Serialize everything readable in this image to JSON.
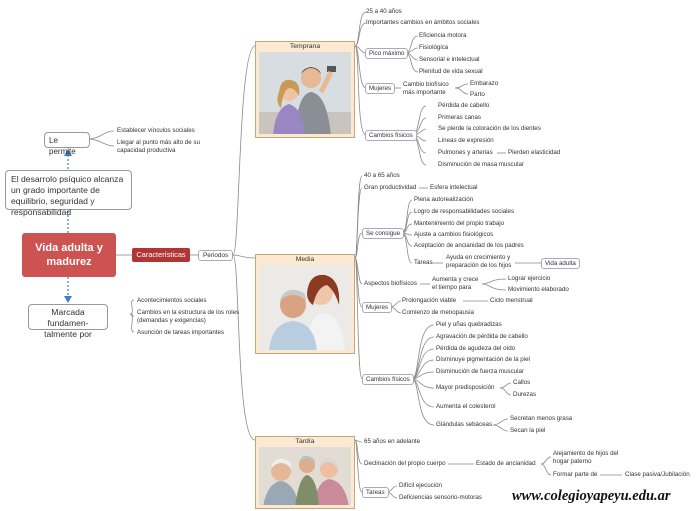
{
  "central": "Vida adulta y madurez",
  "caracteristicas": "Características",
  "periodos": "Periodos",
  "left": {
    "le_permite": "Le permite",
    "le_permite_items": [
      "Establecer vínculos sociales",
      "Llegar al punto más alto de su capacidad productiva"
    ],
    "desarrollo": "El desarrolo psíquico alcanza un grado importante de equilibrio, seguridad y responsabilidad",
    "marcada": "Marcada fundamen-talmente por",
    "marcada_items": [
      "Acontecimientos sociales",
      "Cambios en la estructura de los roles (demandas y exigencias)",
      "Asunción de tareas importantes"
    ]
  },
  "temprana": {
    "title": "Temprana",
    "age": "25 a 40 años",
    "cambios_ambitos": "Importantes cambios en ámbitos sociales",
    "pico": "Pico máximo",
    "pico_items": [
      "Eficiencia motora",
      "Fisiológica",
      "Sensorial e intelectual",
      "Plenitud de vida sexual"
    ],
    "mujeres": "Mujeres",
    "cambio_bio": "Cambio biofísico más importante",
    "cambio_bio_items": [
      "Embarazo",
      "Parto"
    ],
    "fisicos": "Cambios físicos",
    "fisicos_items": [
      "Pérdida de cabello",
      "Primeras canas",
      "Se pierde la coloración de los dientes",
      "Líneas de expresión",
      "Pulmones y arterias",
      "Disminución de masa muscular"
    ],
    "pierden": "Pierden elasticidad"
  },
  "media": {
    "title": "Media",
    "age": "40 a 65 años",
    "productividad": "Gran productividad",
    "esfera": "Esfera intelectual",
    "consigue": "Se consigue",
    "consigue_items": [
      "Plena autorealización",
      "Logro de responsabilidades sociales",
      "Mantenimiento del propio trabajo",
      "Ajuste a cambios fisiológicos",
      "Aceptación de ancianidad de los padres",
      "Tareas"
    ],
    "ayuda": "Ayuda en crecimiento y preparación de los hijos",
    "vida_adulta": "Vida adulta",
    "biofisicos": "Aspectos biofísicos",
    "aumenta": "Aumenta y crece el tiempo para",
    "aumenta_items": [
      "Lograr ejercicio",
      "Movimiento elaborado"
    ],
    "mujeres": "Mujeres",
    "mujeres_items": [
      "Prolongación viable",
      "Comienzo de menopausia"
    ],
    "ciclo": "Ciclo menstrual",
    "fisicos": "Cambios físicos",
    "fisicos_items": [
      "Piel y uñas quebradizas",
      "Agravación de pérdida de cabello",
      "Pérdida de agudeza del oído",
      "Disminuye pigmentación de la piel",
      "Disminución de fuerza muscular",
      "Mayor predisposición",
      "Aumenta el colesterol",
      "Glándulas sebáceas"
    ],
    "predisposicion_items": [
      "Callos",
      "Durezas"
    ],
    "glandulas_items": [
      "Secretan menos grasa",
      "Secan la piel"
    ]
  },
  "tardia": {
    "title": "Tardía",
    "age": "65 años en adelante",
    "declinacion": "Declinación del propio cuerpo",
    "estado": "Estado de ancianidad",
    "estado_items": [
      "Alejamiento de hijos del hogar paterno",
      "Formar parte de"
    ],
    "clase": "Clase pasiva/Jubilación",
    "tareas": "Tareas",
    "tareas_items": [
      "Difícil ejecución",
      "Deficiencias sensorio-motoras"
    ]
  },
  "watermark": "www.colegioyapeyu.edu.ar",
  "colors": {
    "central": "#cd5252",
    "caracteristicas": "#b23535",
    "panel": "#fbe9d1",
    "line": "#8a8a8a",
    "arrow": "#3b7fc4"
  }
}
